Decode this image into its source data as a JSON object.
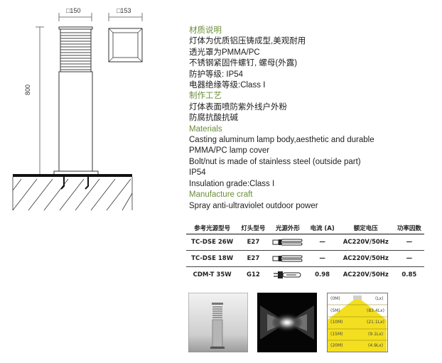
{
  "drawing": {
    "width_label": "□150",
    "top_label": "□153",
    "height_label": "800"
  },
  "spec": {
    "h1": "材质说明",
    "cn1": "灯体为优质铝压铸成型,美观耐用",
    "cn2": "透光罩为PMMA/PC",
    "cn3": "不锈钢紧固件螺钉, 螺母(外露)",
    "cn4": "防护等级: IP54",
    "cn5": "电器绝缘等级:Class Ⅰ",
    "h2": "制作工艺",
    "cn6": "灯体表面喷防紫外线户外粉",
    "cn7": "防腐抗酸抗碱",
    "h3": "Materials",
    "en1": "Casting aluminum lamp body,aesthetic and durable",
    "en2": "PMMA/PC  lamp cover",
    "en3": "Bolt/nut is made of stainless steel (outside part)",
    "en4": "IP54",
    "en5": "Insulation grade:Class I",
    "h4": "Manufacture craft",
    "en6": "Spray anti-ultraviolet outdoor power"
  },
  "table": {
    "headers": [
      "参考光源型号",
      "灯头型号",
      "光源外形",
      "电流 (A)",
      "额定电压",
      "功率因数"
    ],
    "rows": [
      {
        "model": "TC-DSE 26W",
        "base": "E27",
        "shape": "cfl-lamp",
        "current": "—",
        "voltage": "AC220V/50Hz",
        "pf": "—"
      },
      {
        "model": "TC-DSE 18W",
        "base": "E27",
        "shape": "cfl-lamp",
        "current": "—",
        "voltage": "AC220V/50Hz",
        "pf": "—"
      },
      {
        "model": "CDM-T 35W",
        "base": "G12",
        "shape": "metal-halide-lamp",
        "current": "0.98",
        "voltage": "AC220V/50Hz",
        "pf": "0.85"
      }
    ]
  },
  "lux": {
    "rows": [
      {
        "dist": "(0M)",
        "val": "(Lx)"
      },
      {
        "dist": "(5M)",
        "val": "(83.4Lx)"
      },
      {
        "dist": "(10M)",
        "val": "(21.1Lx)"
      },
      {
        "dist": "(15M)",
        "val": "(9.1Lx)"
      },
      {
        "dist": "(20M)",
        "val": "(4.9Lx)"
      }
    ]
  },
  "colors": {
    "heading": "#6b8e3a",
    "lux_fill": "#f3df1f",
    "dark_photo": "#050505"
  }
}
